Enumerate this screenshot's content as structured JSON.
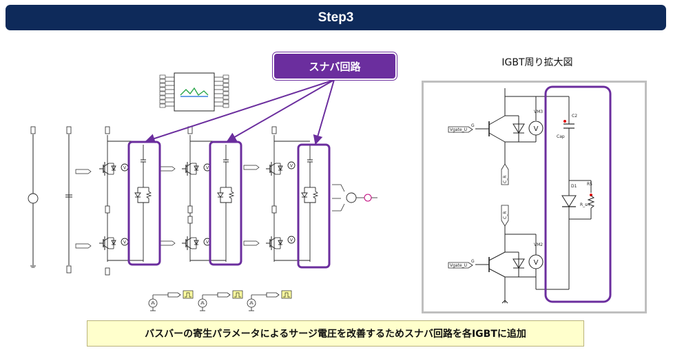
{
  "header": {
    "title": "Step3"
  },
  "callout": {
    "label": "スナバ回路"
  },
  "zoom": {
    "title": "IGBT周り拡大図",
    "labels": {
      "gate_top": "Vgate_U",
      "gate_bottom": "Vgate_U",
      "g_top": "G",
      "g_bottom": "G",
      "vm_top": "VM3",
      "vm_bottom": "VM2",
      "cap_name": "C2",
      "cap_type": "Cap",
      "diode_name": "D1",
      "res_name": "R5",
      "res_value": "R_sn",
      "net_mid_top": "C_R",
      "net_mid_bottom": "C_R"
    }
  },
  "caption": {
    "text": "バスバーの寄生パラメータによるサージ電圧を改善するためスナバ回路を各IGBTに追加"
  },
  "colors": {
    "header_bg": "#0e2a5a",
    "accent": "#6b2e9e",
    "caption_bg": "#ffffcc",
    "frame": "#bfbfbf"
  }
}
